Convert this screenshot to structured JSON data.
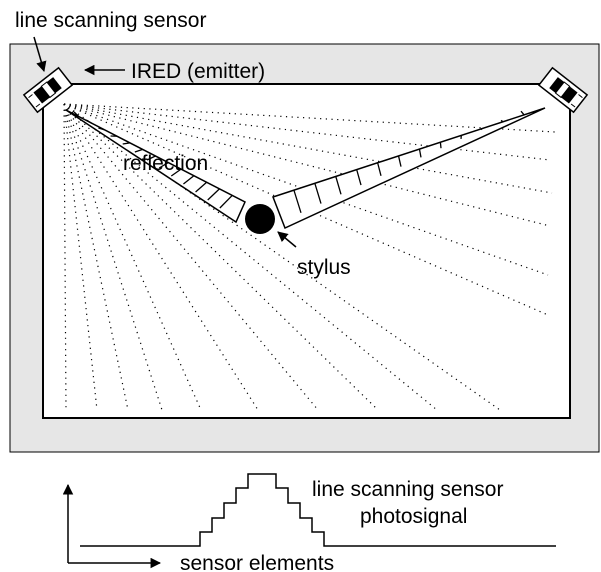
{
  "labels": {
    "line_scanning_sensor": "line scanning sensor",
    "ired_emitter": "IRED (emitter)",
    "reflection": "reflection",
    "stylus": "stylus",
    "photosignal_line1": "line scanning sensor",
    "photosignal_line2": "photosignal",
    "sensor_elements": "sensor elements"
  },
  "colors": {
    "bezel": "#e6e6e6",
    "screen": "#ffffff",
    "stroke": "#000000"
  }
}
